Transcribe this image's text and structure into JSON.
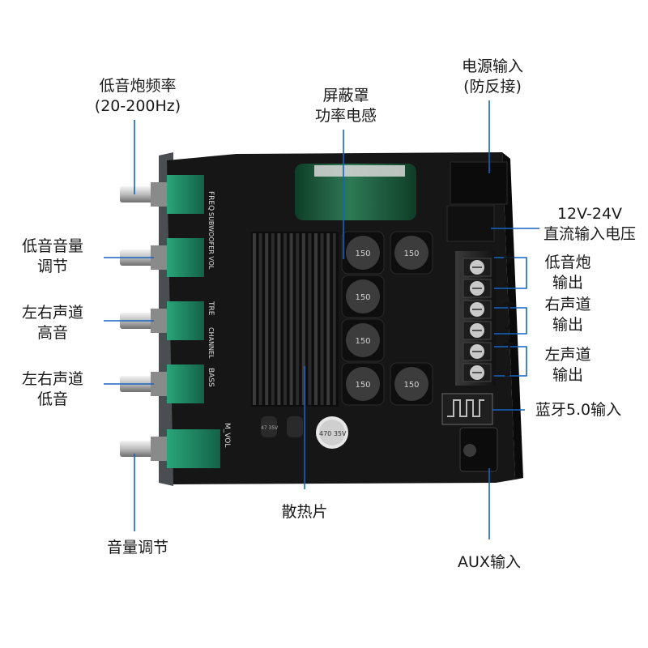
{
  "labels": {
    "subwoofer_freq": [
      "低音炮频率",
      "(20-200Hz)"
    ],
    "bass_volume": [
      "低音音量",
      "调节"
    ],
    "treble": [
      "左右声道",
      "高音"
    ],
    "bass": [
      "左右声道",
      "低音"
    ],
    "volume": [
      "音量调节"
    ],
    "shielded_inductor": [
      "屏蔽罩",
      "功率电感"
    ],
    "power_input": [
      "电源输入",
      "(防反接)"
    ],
    "dc_voltage": [
      "12V-24V",
      "直流输入电压"
    ],
    "sub_output": [
      "低音炮",
      "输出"
    ],
    "right_output": [
      "右声道",
      "输出"
    ],
    "left_output": [
      "左声道",
      "输出"
    ],
    "bluetooth": [
      "蓝牙5.0输入"
    ],
    "heatsink": [
      "散热片"
    ],
    "aux": [
      "AUX输入"
    ]
  },
  "board_silkscreen": {
    "freq": "FREQ",
    "subwoofer_vol": "SUBWOOFER VOL",
    "tre": "TRE",
    "channel": "CHANNEL",
    "bass": "BASS",
    "m_vol": "M_VOL",
    "inductor": "150",
    "cap_big": "470 35V",
    "cap_small": "47 35V"
  },
  "terminal_signs": [
    "+",
    "-",
    "+",
    "-",
    "+",
    "-"
  ],
  "colors": {
    "callout_line": "#1565c0",
    "board": "#161616",
    "pot_body": "#1d8a65",
    "capacitor": "#1f5a3c"
  }
}
